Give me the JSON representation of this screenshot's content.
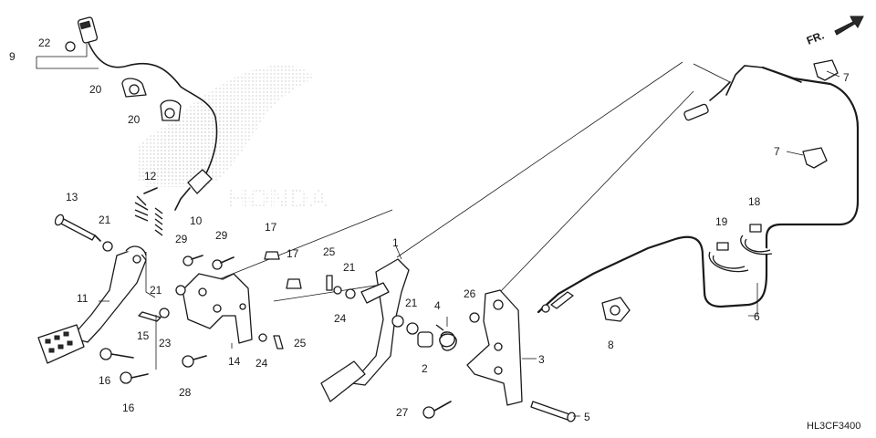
{
  "diagram": {
    "direction_label": "FR.",
    "figure_code": "HL3CF3400",
    "watermark_text": "HONDA",
    "callouts": [
      {
        "id": "c1",
        "text": "1"
      },
      {
        "id": "c2",
        "text": "2"
      },
      {
        "id": "c3",
        "text": "3"
      },
      {
        "id": "c4",
        "text": "4"
      },
      {
        "id": "c5",
        "text": "5"
      },
      {
        "id": "c6",
        "text": "6"
      },
      {
        "id": "c7a",
        "text": "7"
      },
      {
        "id": "c7b",
        "text": "7"
      },
      {
        "id": "c8",
        "text": "8"
      },
      {
        "id": "c9",
        "text": "9"
      },
      {
        "id": "c10",
        "text": "10"
      },
      {
        "id": "c11",
        "text": "11"
      },
      {
        "id": "c12",
        "text": "12"
      },
      {
        "id": "c13",
        "text": "13"
      },
      {
        "id": "c14",
        "text": "14"
      },
      {
        "id": "c15",
        "text": "15"
      },
      {
        "id": "c16a",
        "text": "16"
      },
      {
        "id": "c16b",
        "text": "16"
      },
      {
        "id": "c17a",
        "text": "17"
      },
      {
        "id": "c17b",
        "text": "17"
      },
      {
        "id": "c18",
        "text": "18"
      },
      {
        "id": "c19",
        "text": "19"
      },
      {
        "id": "c20a",
        "text": "20"
      },
      {
        "id": "c20b",
        "text": "20"
      },
      {
        "id": "c21a",
        "text": "21"
      },
      {
        "id": "c21b",
        "text": "21"
      },
      {
        "id": "c21c",
        "text": "21"
      },
      {
        "id": "c21d",
        "text": "21"
      },
      {
        "id": "c22",
        "text": "22"
      },
      {
        "id": "c23",
        "text": "23"
      },
      {
        "id": "c24a",
        "text": "24"
      },
      {
        "id": "c24b",
        "text": "24"
      },
      {
        "id": "c25a",
        "text": "25"
      },
      {
        "id": "c25b",
        "text": "25"
      },
      {
        "id": "c26",
        "text": "26"
      },
      {
        "id": "c27",
        "text": "27"
      },
      {
        "id": "c28",
        "text": "28"
      },
      {
        "id": "c29a",
        "text": "29"
      },
      {
        "id": "c29b",
        "text": "29"
      }
    ]
  }
}
